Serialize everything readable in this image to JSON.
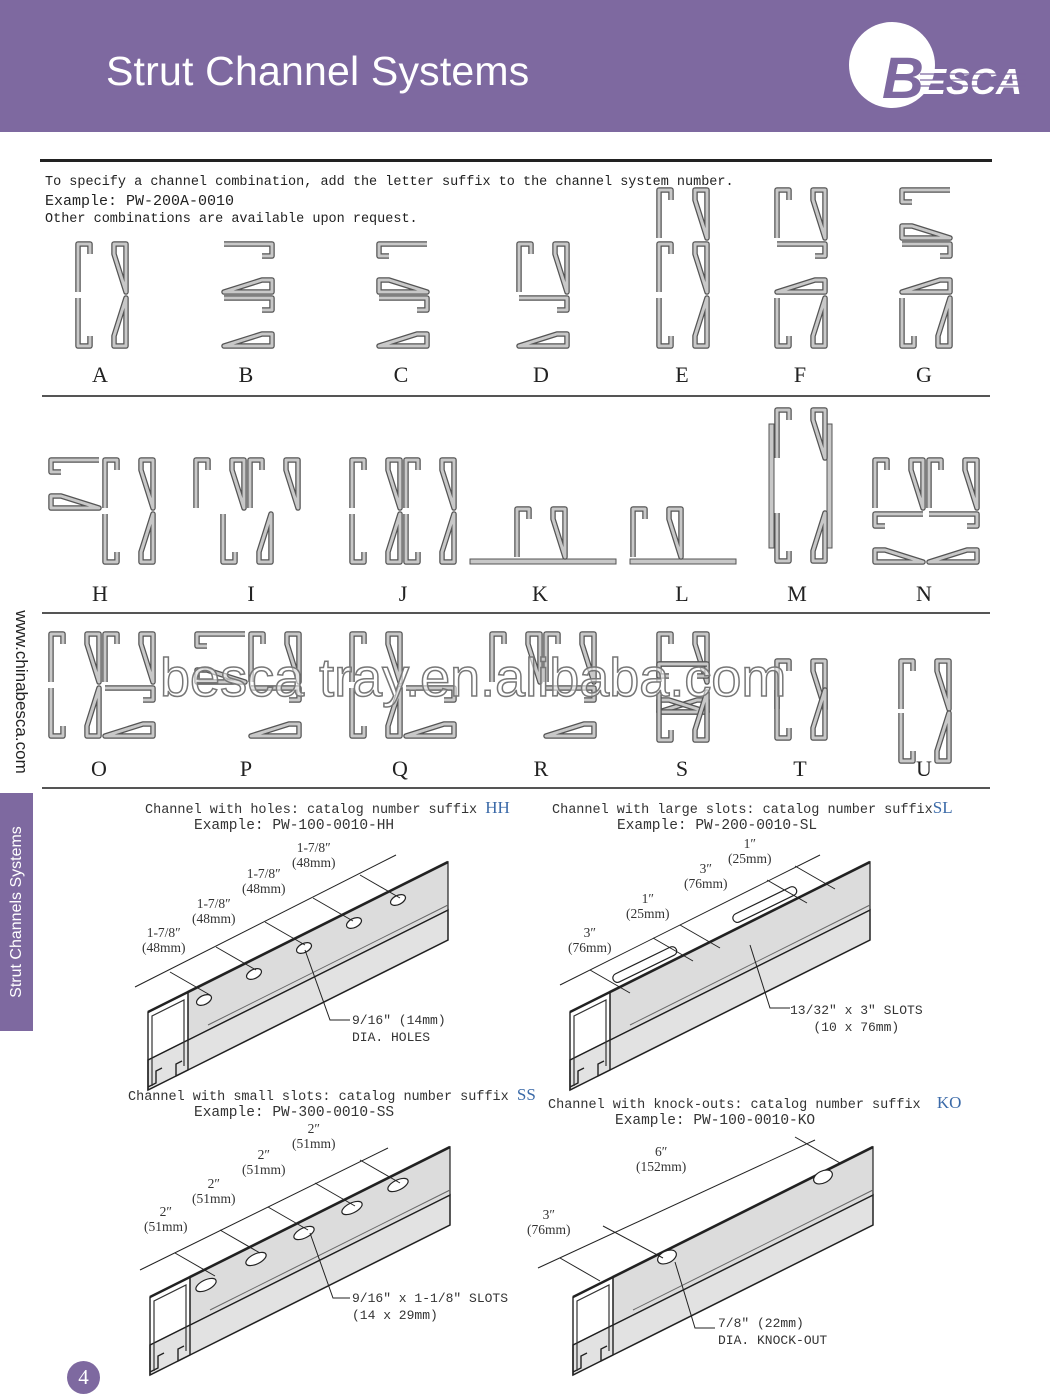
{
  "header": {
    "title": "Strut Channel Systems",
    "logo_text": "BESCA",
    "background_color": "#7e69a0"
  },
  "intro": {
    "line1": "To specify a channel combination, add the letter suffix to the channel system number.",
    "line2": "Example: PW-200A-0010",
    "line3": "Other combinations are available upon request."
  },
  "combinations": {
    "row1": [
      "A",
      "B",
      "C",
      "D",
      "E",
      "F",
      "G"
    ],
    "row2": [
      "H",
      "I",
      "J",
      "K",
      "L",
      "M",
      "N"
    ],
    "row3": [
      "O",
      "P",
      "Q",
      "R",
      "S",
      "T",
      "U"
    ]
  },
  "watermark": "besca tray.en.alibaba.com",
  "sidebar": {
    "url": "www.chinabesca.com",
    "tab_label": "Strut Channels Systems"
  },
  "channels": {
    "holes": {
      "caption": "Channel with holes: catalog number suffix",
      "suffix": "HH",
      "example": "Example: PW-100-0010-HH",
      "dims": [
        {
          "in": "1-7/8″",
          "mm": "(48mm)"
        },
        {
          "in": "1-7/8″",
          "mm": "(48mm)"
        },
        {
          "in": "1-7/8″",
          "mm": "(48mm)"
        },
        {
          "in": "1-7/8″",
          "mm": "(48mm)"
        }
      ],
      "note_line1": "9/16″ (14mm)",
      "note_line2": "DIA. HOLES"
    },
    "large_slots": {
      "caption": "Channel with large slots: catalog number suffix",
      "suffix": "SL",
      "example": "Example: PW-200-0010-SL",
      "dims": [
        {
          "in": "3″",
          "mm": "(76mm)"
        },
        {
          "in": "1″",
          "mm": "(25mm)"
        },
        {
          "in": "3″",
          "mm": "(76mm)"
        },
        {
          "in": "1″",
          "mm": "(25mm)"
        }
      ],
      "note_line1": "13/32″ x 3″ SLOTS",
      "note_line2": "(10 x 76mm)"
    },
    "small_slots": {
      "caption": "Channel with small slots: catalog number suffix",
      "suffix": "SS",
      "example": "Example: PW-300-0010-SS",
      "dims": [
        {
          "in": "2″",
          "mm": "(51mm)"
        },
        {
          "in": "2″",
          "mm": "(51mm)"
        },
        {
          "in": "2″",
          "mm": "(51mm)"
        },
        {
          "in": "2″",
          "mm": "(51mm)"
        }
      ],
      "note_line1": "9/16″ x 1-1/8″ SLOTS",
      "note_line2": "(14 x 29mm)"
    },
    "knockouts": {
      "caption": "Channel with knock-outs: catalog number suffix",
      "suffix": "KO",
      "example": "Example: PW-100-0010-KO",
      "dims": [
        {
          "in": "3″",
          "mm": "(76mm)"
        },
        {
          "in": "6″",
          "mm": "(152mm)"
        }
      ],
      "note_line1": "7/8″ (22mm)",
      "note_line2": "DIA. KNOCK-OUT"
    }
  },
  "page_number": "4"
}
